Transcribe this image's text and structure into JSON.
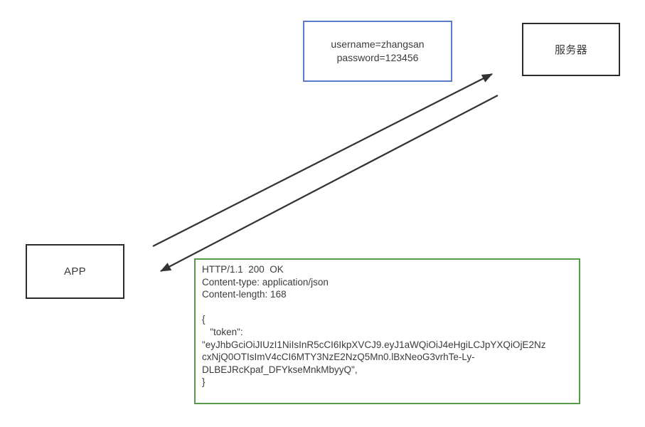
{
  "diagram": {
    "app": {
      "label": "APP"
    },
    "server": {
      "label": "服务器"
    },
    "request": {
      "line1": "username=zhangsan",
      "line2": "password=123456"
    },
    "response": {
      "lines": [
        "HTTP/1.1  200  OK",
        "Content-type: application/json",
        "Content-length: 168",
        "",
        "{",
        "   \"token\":",
        "\"eyJhbGciOiJIUzI1NiIsInR5cCI6IkpXVCJ9.eyJ1aWQiOiJ4eHgiLCJpYXQiOjE2Nz",
        "cxNjQ0OTIsImV4cCI6MTY3NzE2NzQ5Mn0.lBxNeoG3vrhTe-Ly-",
        "DLBEJRcKpaf_DFYkseMnkMbyyQ\",",
        "}"
      ]
    },
    "colors": {
      "request_border": "#5b7bc9",
      "response_border": "#579a47",
      "node_border": "#2b2b2b",
      "arrow": "#333333",
      "text": "#3b3b3b"
    }
  }
}
